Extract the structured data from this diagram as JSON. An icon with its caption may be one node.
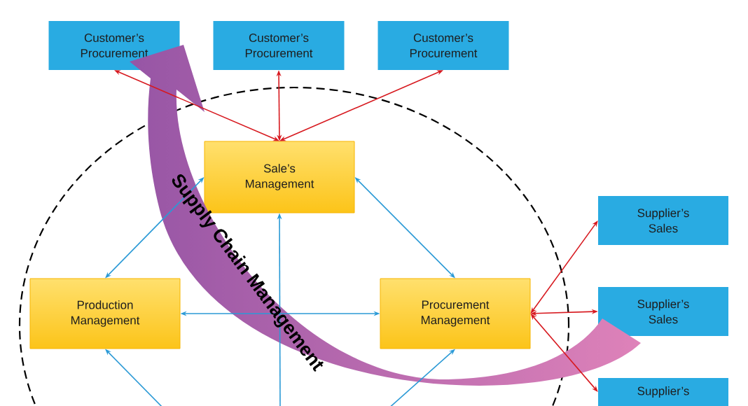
{
  "diagram": {
    "nodes": [
      {
        "text": [
          "Customer’s Procurement"
        ]
      },
      {
        "text": [
          "Customer’s Procurement"
        ]
      },
      {
        "text": [
          "Customer’s Procurement"
        ]
      },
      {
        "text": [
          "Sale’s Management"
        ]
      },
      {
        "text": [
          "Supplier’s Sales"
        ]
      },
      {
        "text": [
          "Production Management"
        ]
      },
      {
        "text": [
          "Procurement Management"
        ]
      },
      {
        "text": [
          "Supplier’s Sales"
        ]
      },
      {
        "text": [
          "Supplier’s"
        ]
      }
    ],
    "edges": [
      {
        "from": 3,
        "to": 0,
        "arrow": "both",
        "color": "#d7191f"
      },
      {
        "from": 3,
        "to": 1,
        "arrow": "both",
        "color": "#d7191f"
      },
      {
        "from": 3,
        "to": 2,
        "arrow": "both",
        "color": "#d7191f"
      },
      {
        "from": 6,
        "to": 4,
        "arrow": "both",
        "color": "#d7191f"
      },
      {
        "from": 6,
        "to": 7,
        "arrow": "both",
        "color": "#d7191f"
      },
      {
        "from": 6,
        "to": 8,
        "arrow": "both",
        "color": "#d7191f"
      },
      {
        "from": 3,
        "to": 5,
        "arrow": "both",
        "color": "#2b9ad6"
      },
      {
        "from": 3,
        "to": 6,
        "arrow": "both",
        "color": "#2b9ad6"
      },
      {
        "from": 5,
        "to": 6,
        "arrow": "both",
        "color": "#2b9ad6"
      },
      {
        "from": null,
        "to": 3,
        "arrow": "to",
        "color": "#2b9ad6"
      },
      {
        "from": null,
        "to": 5,
        "arrow": "to",
        "color": "#2b9ad6"
      },
      {
        "from": null,
        "to": 6,
        "arrow": "to",
        "color": "#2b9ad6"
      }
    ],
    "labels": [
      "Supply Chain Management"
    ]
  }
}
